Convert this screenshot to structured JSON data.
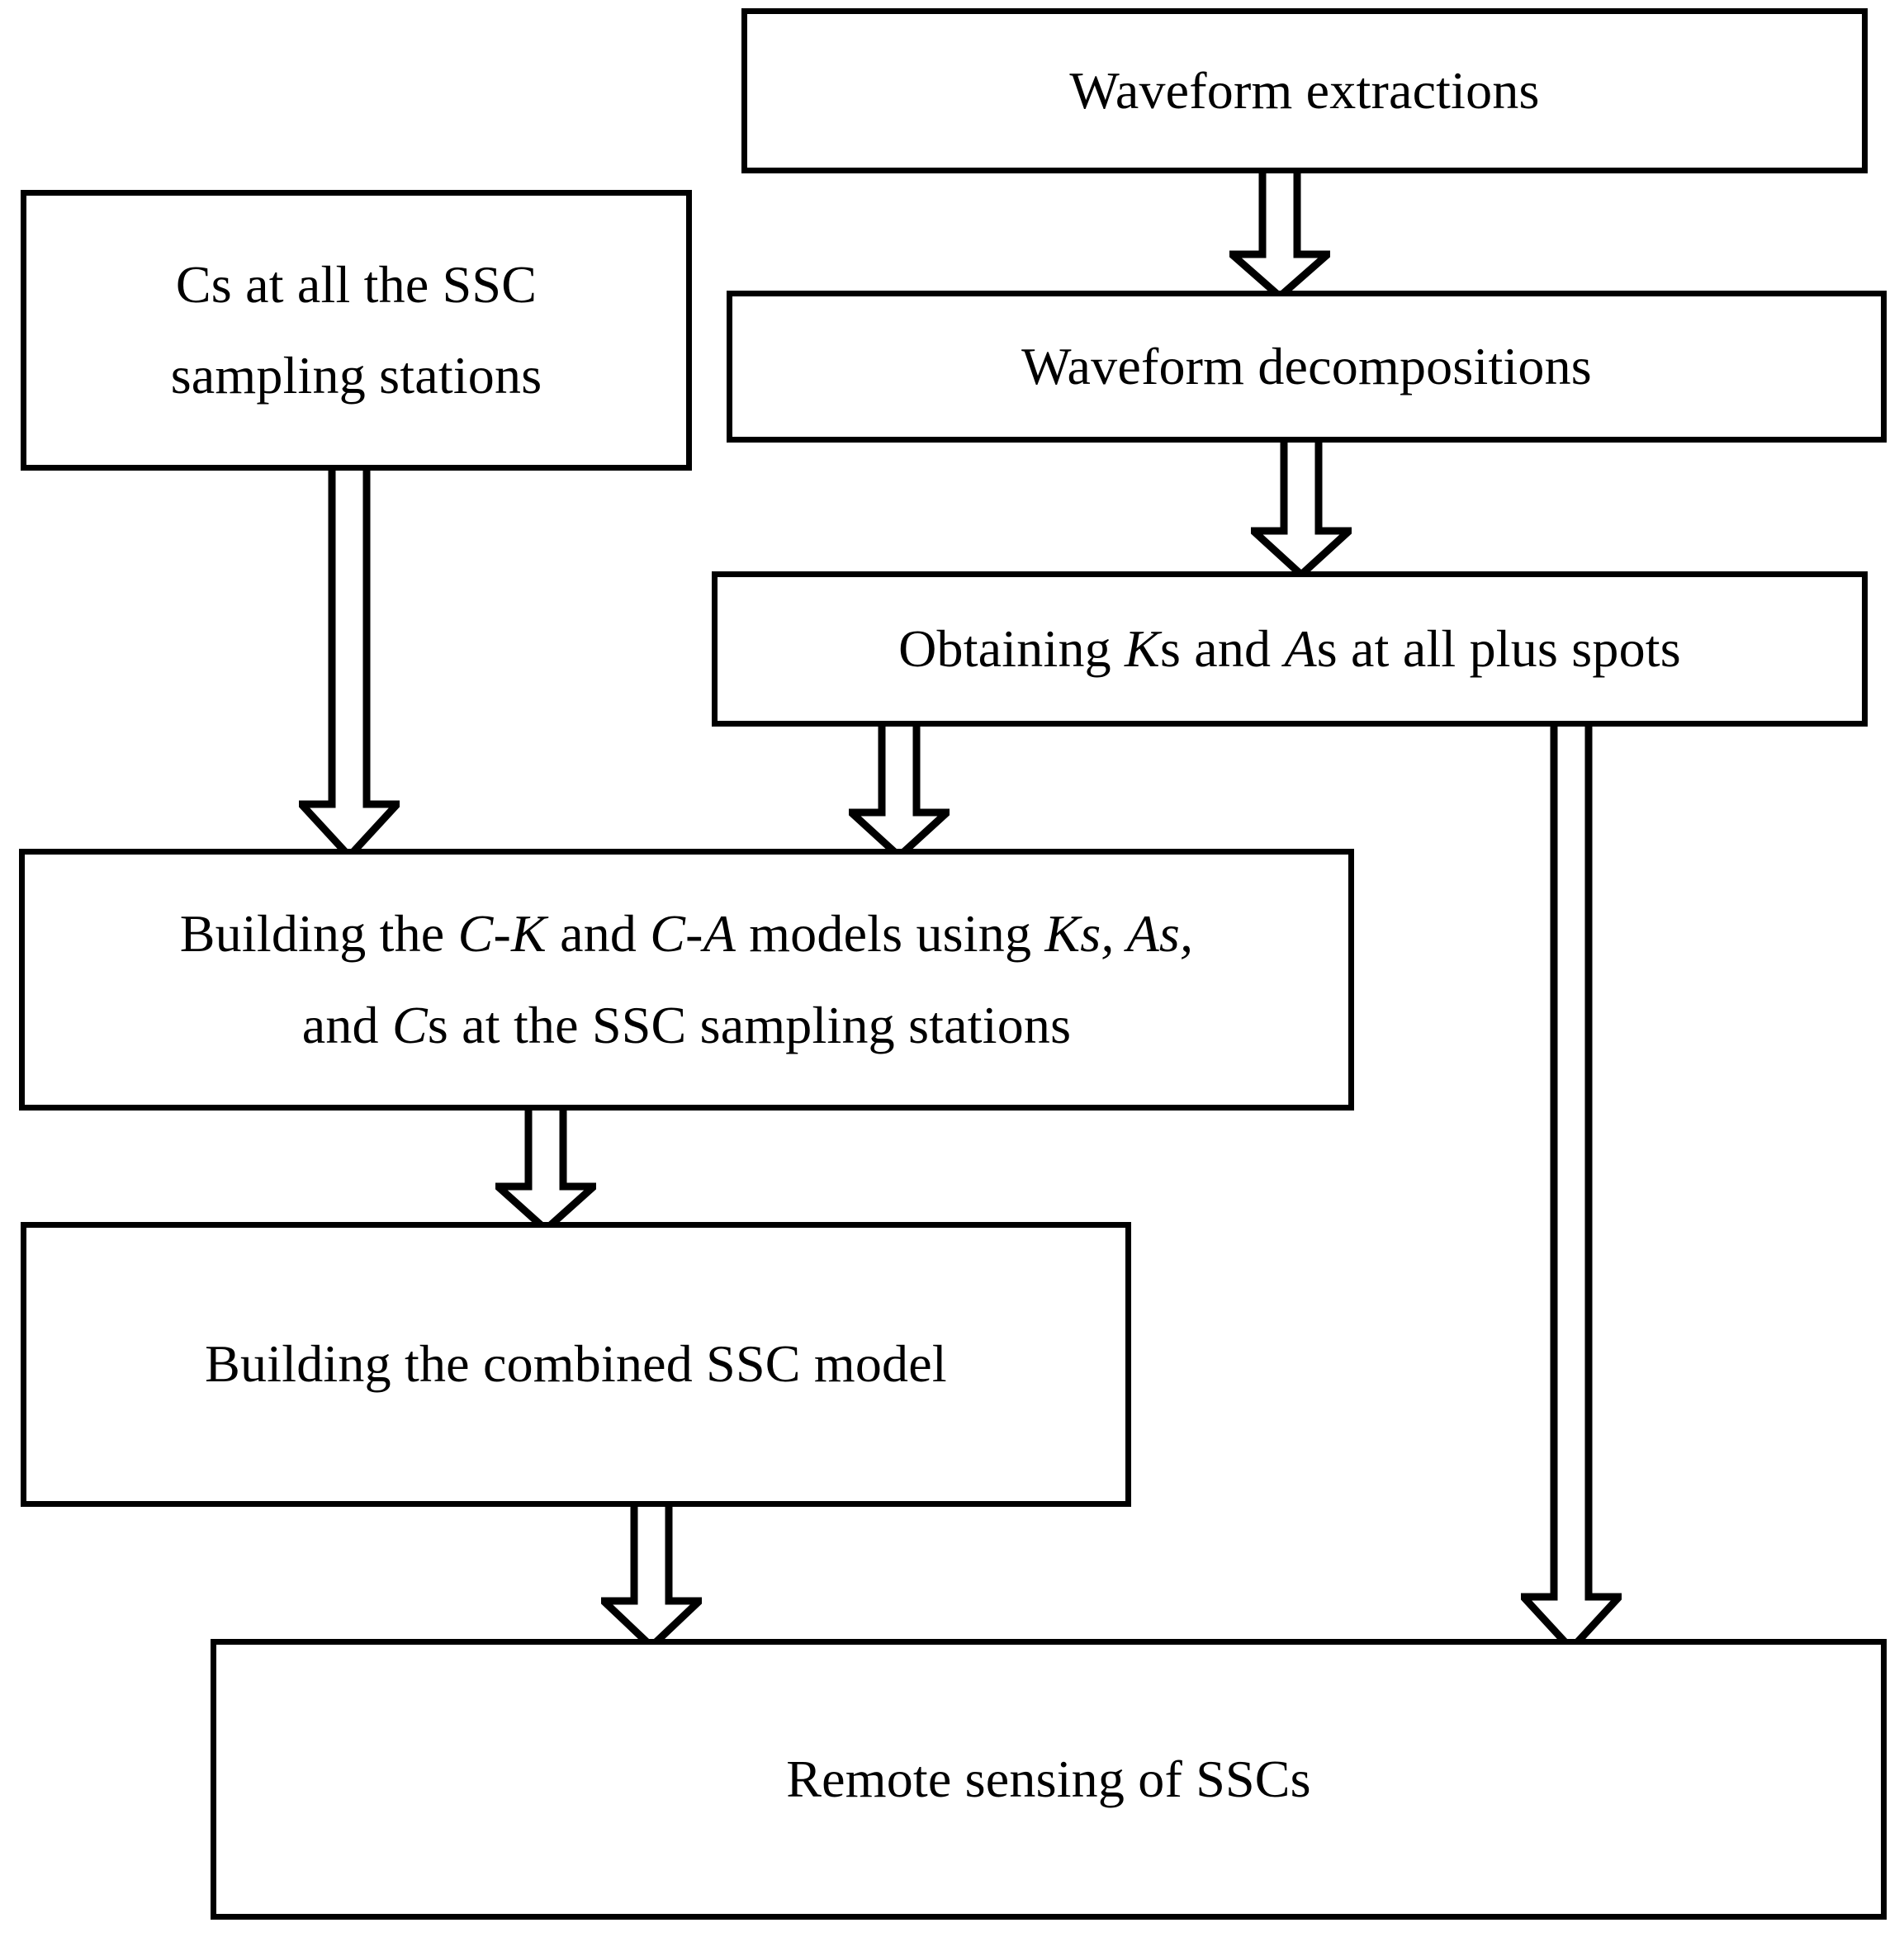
{
  "diagram": {
    "type": "flowchart",
    "title": "",
    "orientation": "top-to-bottom",
    "colors": {
      "box_border": "#000000",
      "box_fill": "#ffffff",
      "arrow_stroke": "#000000",
      "arrow_fill": "#ffffff",
      "background": "#ffffff",
      "text": "#000000"
    },
    "nodes": [
      {
        "id": "waveform-extractions",
        "lines": [
          [
            {
              "t": "Waveform extractions",
              "style": "normal"
            }
          ]
        ],
        "plain": "Waveform extractions"
      },
      {
        "id": "cs-sampling-stations",
        "lines": [
          [
            {
              "t": "Cs at all the SSC",
              "style": "normal"
            }
          ],
          [
            {
              "t": "sampling stations",
              "style": "normal"
            }
          ]
        ],
        "plain": "Cs at all the SSC sampling stations"
      },
      {
        "id": "waveform-decompositions",
        "lines": [
          [
            {
              "t": "Waveform decompositions",
              "style": "normal"
            }
          ]
        ],
        "plain": "Waveform decompositions"
      },
      {
        "id": "obtaining-ks-as",
        "lines": [
          [
            {
              "t": "Obtaining ",
              "style": "normal"
            },
            {
              "t": "K",
              "style": "italic"
            },
            {
              "t": "s and ",
              "style": "normal"
            },
            {
              "t": "A",
              "style": "italic"
            },
            {
              "t": "s at all plus spots",
              "style": "normal"
            }
          ]
        ],
        "plain": "Obtaining Ks and As at all plus spots"
      },
      {
        "id": "building-ck-ca",
        "lines": [
          [
            {
              "t": "Building the ",
              "style": "normal"
            },
            {
              "t": "C-K",
              "style": "italic"
            },
            {
              "t": " and ",
              "style": "normal"
            },
            {
              "t": "C-A",
              "style": "italic"
            },
            {
              "t": " models using ",
              "style": "normal"
            },
            {
              "t": "K",
              "style": "italic"
            },
            {
              "t": "s, ",
              "style": "italic"
            },
            {
              "t": "A",
              "style": "italic"
            },
            {
              "t": "s,",
              "style": "italic"
            }
          ],
          [
            {
              "t": "and ",
              "style": "normal"
            },
            {
              "t": "C",
              "style": "italic"
            },
            {
              "t": "s at the SSC sampling stations",
              "style": "normal"
            }
          ]
        ],
        "plain": "Building the C-K and C-A models using Ks, As, and Cs at the SSC sampling stations"
      },
      {
        "id": "building-combined",
        "lines": [
          [
            {
              "t": "Building the combined SSC model",
              "style": "normal"
            }
          ]
        ],
        "plain": "Building the combined SSC model"
      },
      {
        "id": "remote-sensing",
        "lines": [
          [
            {
              "t": "Remote sensing of SSCs",
              "style": "normal"
            }
          ]
        ],
        "plain": "Remote sensing of SSCs"
      }
    ],
    "edges": [
      {
        "id": "edge-extractions-to-decompositions",
        "from": "waveform-extractions",
        "to": "waveform-decompositions",
        "shape": "block-arrow-down"
      },
      {
        "id": "edge-decompositions-to-obtaining",
        "from": "waveform-decompositions",
        "to": "obtaining-ks-as",
        "shape": "block-arrow-down"
      },
      {
        "id": "edge-cs-to-building-ck-ca",
        "from": "cs-sampling-stations",
        "to": "building-ck-ca",
        "shape": "block-arrow-down"
      },
      {
        "id": "edge-obtaining-to-building-ck-ca",
        "from": "obtaining-ks-as",
        "to": "building-ck-ca",
        "shape": "block-arrow-down"
      },
      {
        "id": "edge-building-ck-ca-to-combined",
        "from": "building-ck-ca",
        "to": "building-combined",
        "shape": "block-arrow-down"
      },
      {
        "id": "edge-combined-to-remote-sensing",
        "from": "building-combined",
        "to": "remote-sensing",
        "shape": "block-arrow-down"
      },
      {
        "id": "edge-obtaining-to-remote-sensing",
        "from": "obtaining-ks-as",
        "to": "remote-sensing",
        "shape": "block-arrow-down-long"
      }
    ]
  }
}
